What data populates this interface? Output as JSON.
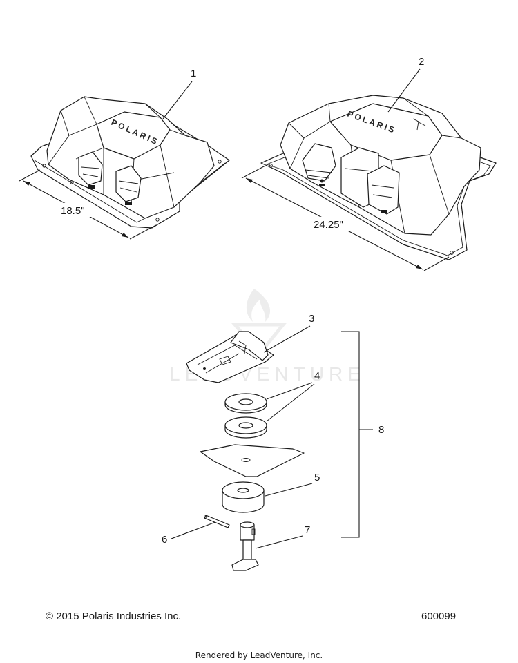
{
  "callouts": {
    "c1": "1",
    "c2": "2",
    "c3": "3",
    "c4": "4",
    "c5": "5",
    "c6": "6",
    "c7": "7",
    "c8": "8"
  },
  "dimensions": {
    "bag1_width": "18.5\"",
    "bag2_width": "24.25\""
  },
  "brand_text": "POLARIS",
  "watermark": "LEADVENTURE",
  "footer": {
    "copyright": "© 2015 Polaris Industries Inc.",
    "diagram_number": "600099",
    "render_credit": "Rendered by LeadVenture, Inc."
  }
}
